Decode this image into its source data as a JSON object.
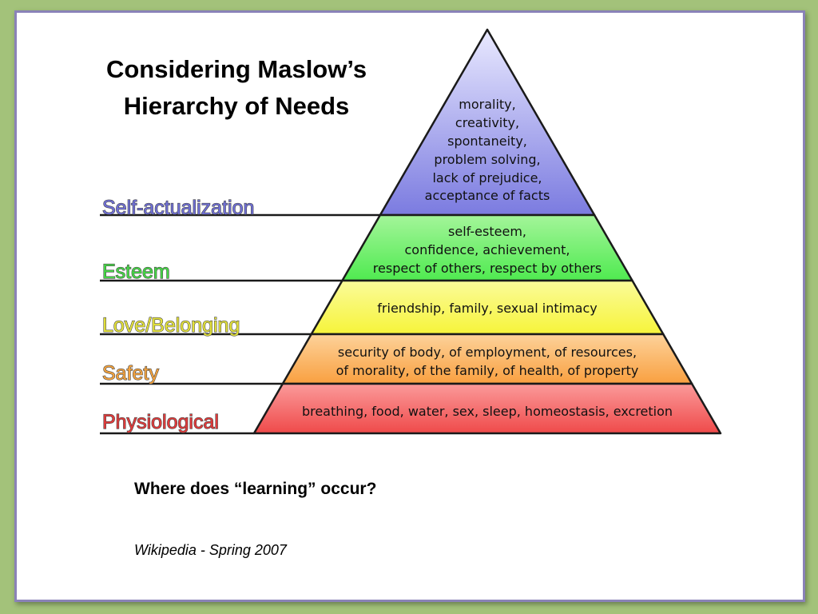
{
  "slide": {
    "title_line1": "Considering Maslow’s",
    "title_line2": "Hierarchy of Needs",
    "question": "Where does “learning” occur?",
    "source": "Wikipedia - Spring 2007"
  },
  "pyramid": {
    "levels": [
      {
        "label": "Self-actualization",
        "label_color": "#6f6fd6",
        "fill_top": "#e9e9ff",
        "fill_bottom": "#7b7be0",
        "lines": [
          "morality,",
          "creativity,",
          "spontaneity,",
          "problem solving,",
          "lack of prejudice,",
          "acceptance of facts"
        ]
      },
      {
        "label": "Esteem",
        "label_color": "#45d845",
        "fill_top": "#a4f59a",
        "fill_bottom": "#4fea50",
        "lines": [
          "self-esteem,",
          "confidence, achievement,",
          "respect of others, respect by others"
        ]
      },
      {
        "label": "Love/Belonging",
        "label_color": "#e4e23a",
        "fill_top": "#fbfb9a",
        "fill_bottom": "#f6f43a",
        "lines": [
          "friendship, family, sexual intimacy"
        ]
      },
      {
        "label": "Safety",
        "label_color": "#f3a23e",
        "fill_top": "#fdd29a",
        "fill_bottom": "#f9a040",
        "lines": [
          "security of body, of employment, of resources,",
          "of morality, of the family, of health, of property"
        ]
      },
      {
        "label": "Physiological",
        "label_color": "#e23a3a",
        "fill_top": "#fb9a9a",
        "fill_bottom": "#ef4a4a",
        "lines": [
          "breathing, food, water, sex, sleep, homeostasis, excretion"
        ]
      }
    ]
  }
}
